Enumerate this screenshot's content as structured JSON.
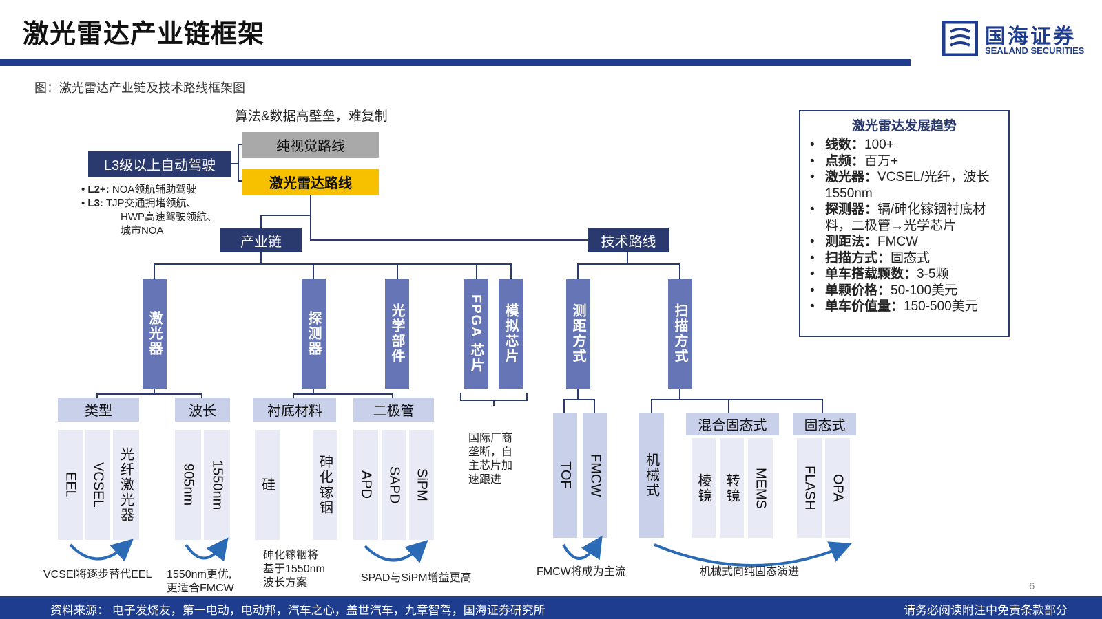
{
  "page": {
    "title": "激光雷达产业链框架",
    "subtitle": "图：激光雷达产业链及技术路线框架图",
    "page_number": "6"
  },
  "logo": {
    "cn": "国海证券",
    "en": "SEALAND SECURITIES"
  },
  "top": {
    "above_label": "算法&数据高壁垒，难复制",
    "pure_vision": "纯视觉路线",
    "lidar_route": "激光雷达路线",
    "l3_box": "L3级以上自动驾驶",
    "l2_key": "L2+:",
    "l2_text": "NOA领航辅助驾驶",
    "l3_key": "L3:",
    "l3_text_1": "TJP交通拥堵领航、",
    "l3_text_2": "HWP高速驾驶领航、",
    "l3_text_3": "城市NOA"
  },
  "branches": {
    "industry": "产业链",
    "tech": "技术路线"
  },
  "industry": {
    "laser": "激光器",
    "detector": "探测器",
    "optics": "光学部件",
    "fpga": "FPGA 芯片",
    "analog": "模拟芯片",
    "type": "类型",
    "wavelength": "波长",
    "substrate": "衬底材料",
    "diode": "二极管",
    "types": [
      "EEL",
      "VCSEL",
      "光纤激光器"
    ],
    "wavelengths": [
      "905nm",
      "1550nm"
    ],
    "substrates": [
      "硅",
      "砷化镓铟"
    ],
    "diodes": [
      "APD",
      "SAPD",
      "SiPM"
    ],
    "chip_note": "国际厂商垄断，自主芯片加速跟进",
    "note_vcsel": "VCSEl将逐步替代EEL",
    "note_1550_1": "1550nm更优,",
    "note_1550_2": "更适合FMCW",
    "note_ingaas_1": "砷化镓铟将",
    "note_ingaas_2": "基于1550nm",
    "note_ingaas_3": "波长方案",
    "note_spad": "SPAD与SiPM增益更高"
  },
  "tech": {
    "ranging": "测距方式",
    "scanning": "扫描方式",
    "tof": "TOF",
    "fmcw": "FMCW",
    "mechanical": "机械式",
    "hybrid": "混合固态式",
    "solid": "固态式",
    "hybrid_items": [
      "棱镜",
      "转镜",
      "MEMS"
    ],
    "solid_items": [
      "FLASH",
      "OPA"
    ],
    "note_fmcw": "FMCW将成为主流",
    "note_evolve": "机械式向纯固态演进"
  },
  "trend": {
    "heading": "激光雷达发展趋势",
    "items": [
      {
        "key": "线数：",
        "val": "100+"
      },
      {
        "key": "点频：",
        "val": "百万+"
      },
      {
        "key": "激光器：",
        "val": "VCSEL/光纤，波长1550nm"
      },
      {
        "key": "探测器：",
        "val": "镉/砷化镓铟衬底材料，二极管→光学芯片"
      },
      {
        "key": "测距法：",
        "val": "FMCW"
      },
      {
        "key": "扫描方式：",
        "val": "固态式"
      },
      {
        "key": "单车搭载颗数：",
        "val": "3-5颗"
      },
      {
        "key": "单颗价格：",
        "val": "50-100美元"
      },
      {
        "key": "单车价值量：",
        "val": "150-500美元"
      }
    ]
  },
  "footer": {
    "source": "资料来源：  电子发烧友，第一电动，电动邦，汽车之心，盖世汽车，九章智驾，国海证券研究所",
    "disclaimer": "请务必阅读附注中免责条款部分"
  },
  "colors": {
    "navy": "#2b3a6e",
    "mid": "#6675b5",
    "light": "#c9d0ea",
    "pale": "#e8ebf6",
    "gold": "#f8c100",
    "bar": "#1e3d8f"
  }
}
